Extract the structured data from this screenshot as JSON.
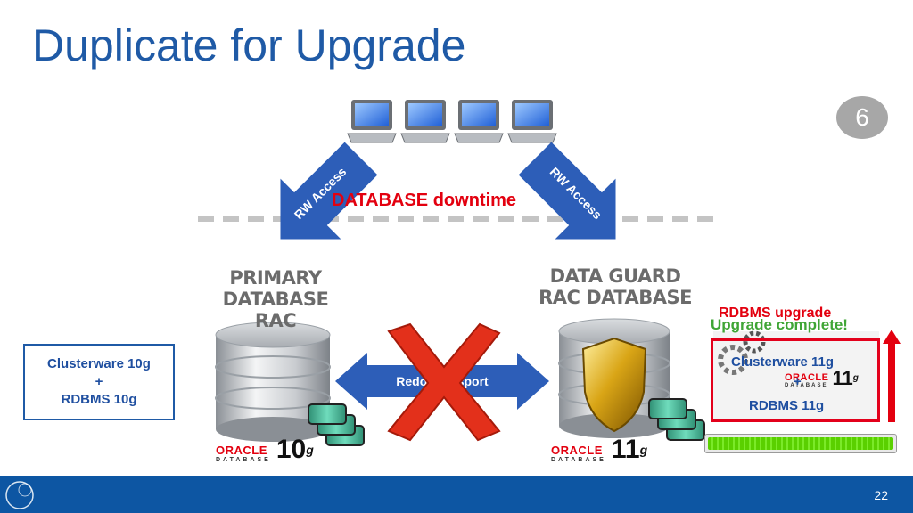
{
  "slide": {
    "title": "Duplicate for Upgrade",
    "step": "6",
    "page_number": "22"
  },
  "labels": {
    "downtime": "DATABASE downtime",
    "rw_access_left": "RW Access",
    "rw_access_right": "RW Access",
    "redo_transport": "Redo Transport",
    "primary_line1": "PRIMARY",
    "primary_line2": "DATABASE RAC",
    "standby_line1": "DATA GUARD",
    "standby_line2": "RAC DATABASE"
  },
  "left_info": {
    "line1": "Clusterware 10g",
    "line2": "+",
    "line3": "RDBMS 10g"
  },
  "oracle_left": {
    "brand": "ORACLE",
    "product": "DATABASE",
    "version": "10",
    "suffix": "g"
  },
  "oracle_right": {
    "brand": "ORACLE",
    "product": "DATABASE",
    "version": "11",
    "suffix": "g"
  },
  "oracle_small": {
    "brand": "ORACLE",
    "product": "DATABASE",
    "version": "11",
    "suffix": "g"
  },
  "upgrade": {
    "title": "RDBMS  upgrade",
    "status": "Upgrade complete!",
    "line1": "Clusterware 11g",
    "line2": "+",
    "line3": "RDBMS 11g",
    "progress": 1.0
  },
  "colors": {
    "title_blue": "#1f5aa6",
    "footer_blue": "#0d56a3",
    "alert_red": "#e3000f",
    "success_green": "#3fa535",
    "arrow_blue": "#2d5eb8"
  }
}
